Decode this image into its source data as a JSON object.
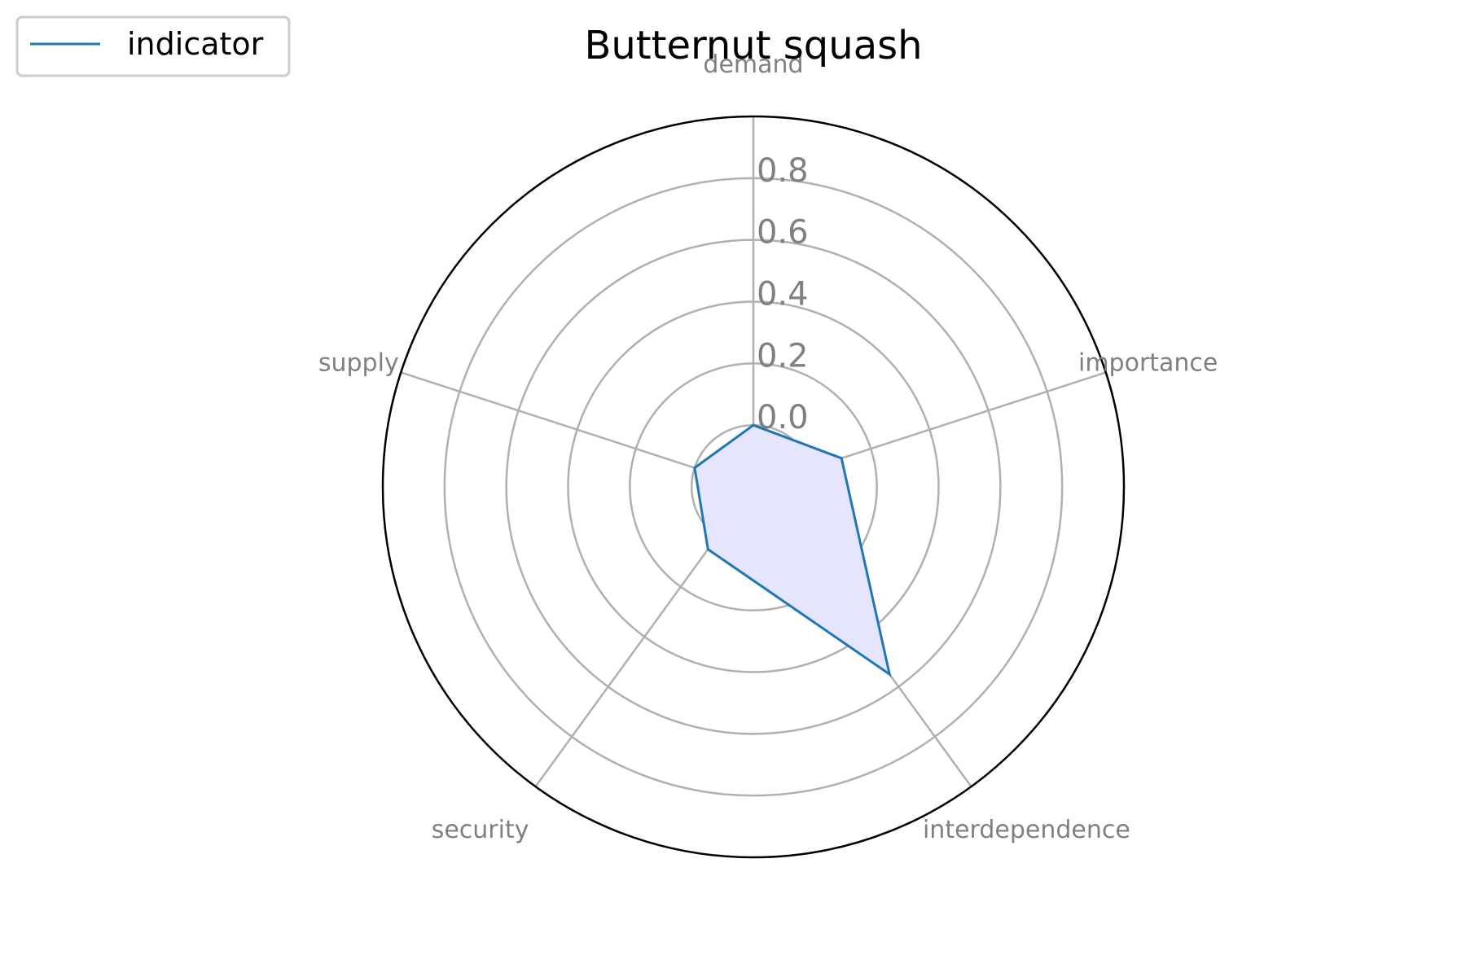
{
  "chart_data": {
    "type": "radar",
    "title": "Butternut squash",
    "axes": [
      "demand",
      "importance",
      "interdependence",
      "security",
      "supply"
    ],
    "rticks": [
      "0.0",
      "0.2",
      "0.4",
      "0.6",
      "0.8"
    ],
    "rtick_values": [
      0.0,
      0.2,
      0.4,
      0.6,
      0.8
    ],
    "rlim": [
      -0.2,
      1.0
    ],
    "grid": true,
    "legend_position": "top-left",
    "series": [
      {
        "name": "indicator",
        "values": [
          0.0,
          0.1,
          0.55,
          0.05,
          0.0
        ],
        "line_color": "#1f77b4",
        "fill_color": "#e5e5fd"
      }
    ]
  }
}
